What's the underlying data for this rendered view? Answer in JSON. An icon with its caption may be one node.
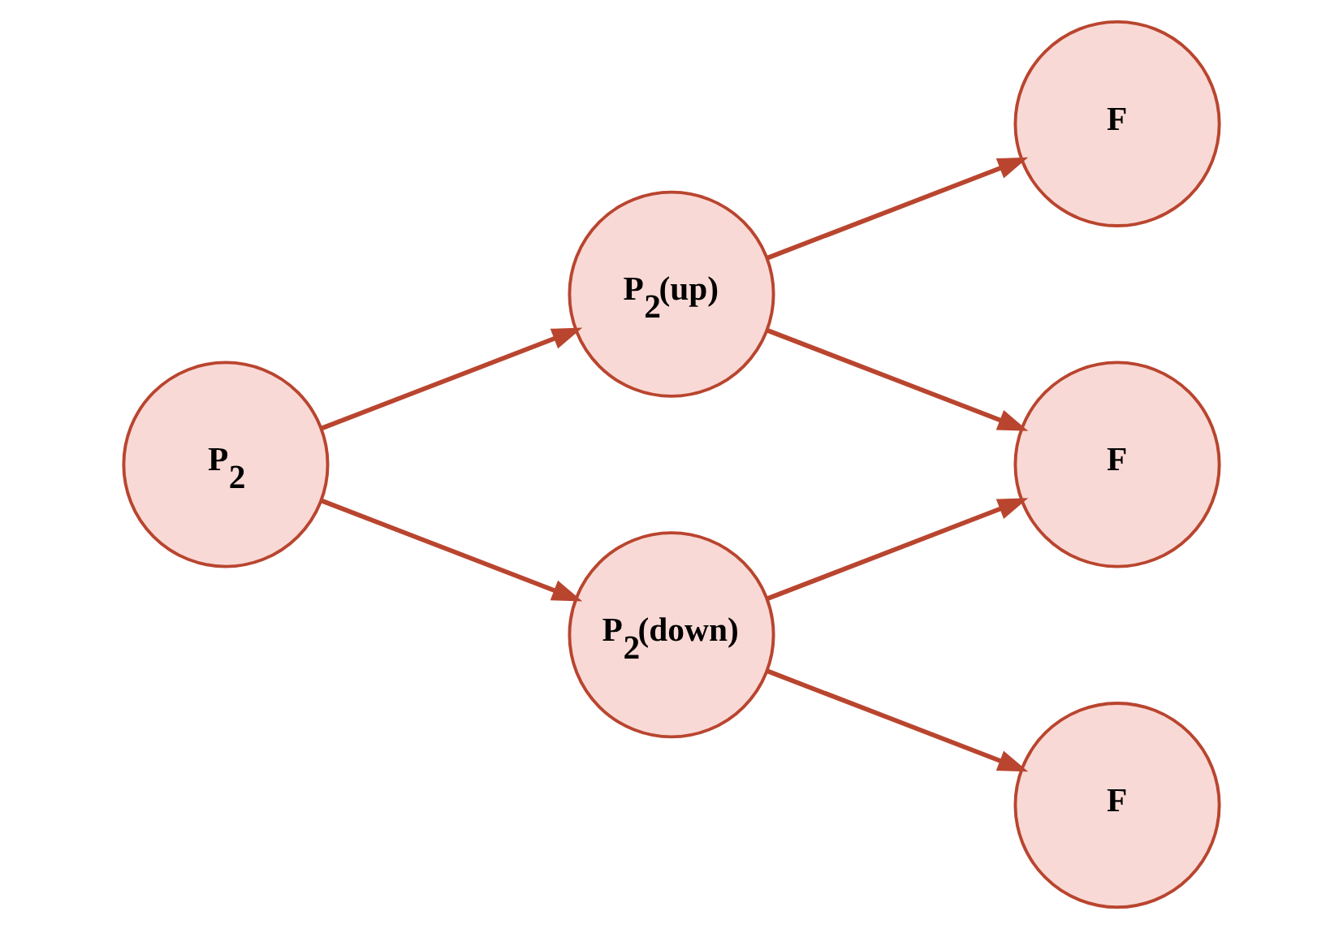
{
  "diagram": {
    "nodes": [
      {
        "text": [
          "P$_{2}$"
        ]
      },
      {
        "text": [
          "P$_{2}$(up)"
        ]
      },
      {
        "text": [
          "P$_{2}$(down)"
        ]
      },
      {
        "text": [
          "F"
        ]
      },
      {
        "text": [
          "F"
        ]
      },
      {
        "text": [
          "F"
        ]
      }
    ],
    "edges": [
      {
        "from": 0,
        "to": 1,
        "arrow": "to"
      },
      {
        "from": 0,
        "to": 2,
        "arrow": "to"
      },
      {
        "from": 1,
        "to": 3,
        "arrow": "to"
      },
      {
        "from": 1,
        "to": 4,
        "arrow": "to"
      },
      {
        "from": 2,
        "to": 4,
        "arrow": "to"
      },
      {
        "from": 2,
        "to": 5,
        "arrow": "to"
      }
    ]
  }
}
